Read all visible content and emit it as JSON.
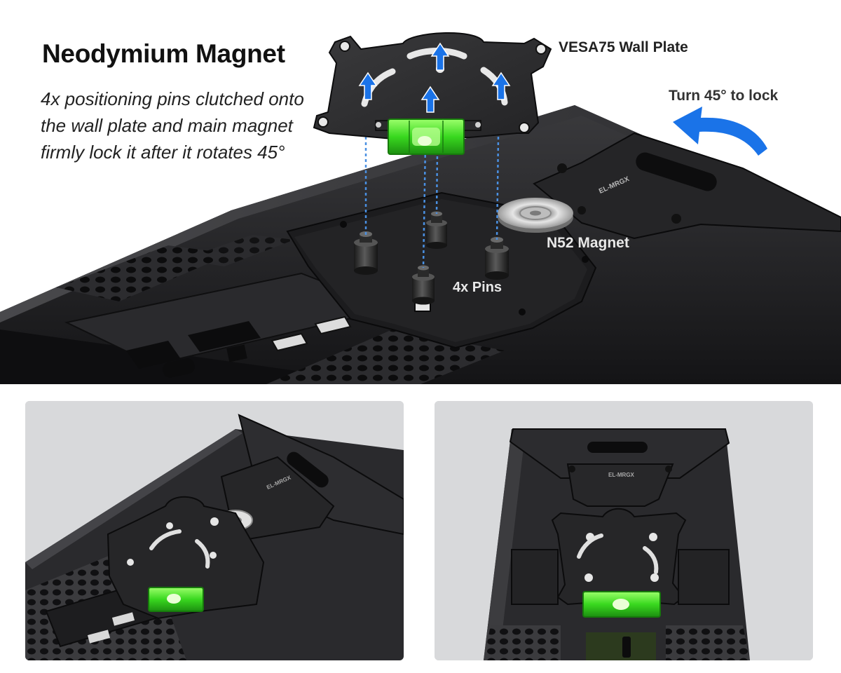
{
  "headline": "Neodymium Magnet",
  "description_lines": [
    "4x positioning pins clutched onto",
    "the wall plate and main magnet",
    "firmly lock it after it rotates 45°"
  ],
  "callouts": {
    "wall_plate": "VESA75 Wall Plate",
    "turn_lock": "Turn 45° to lock",
    "magnet": "N52 Magnet",
    "pins": "4x Pins"
  },
  "brand_mark": "EL-MRGX",
  "colors": {
    "console_body": "#1f1f21",
    "plate": "#2b2b2d",
    "level_green": "#3fe02a",
    "arrow_blue": "#1a73e8",
    "panel_bg": "#d7d8da"
  }
}
